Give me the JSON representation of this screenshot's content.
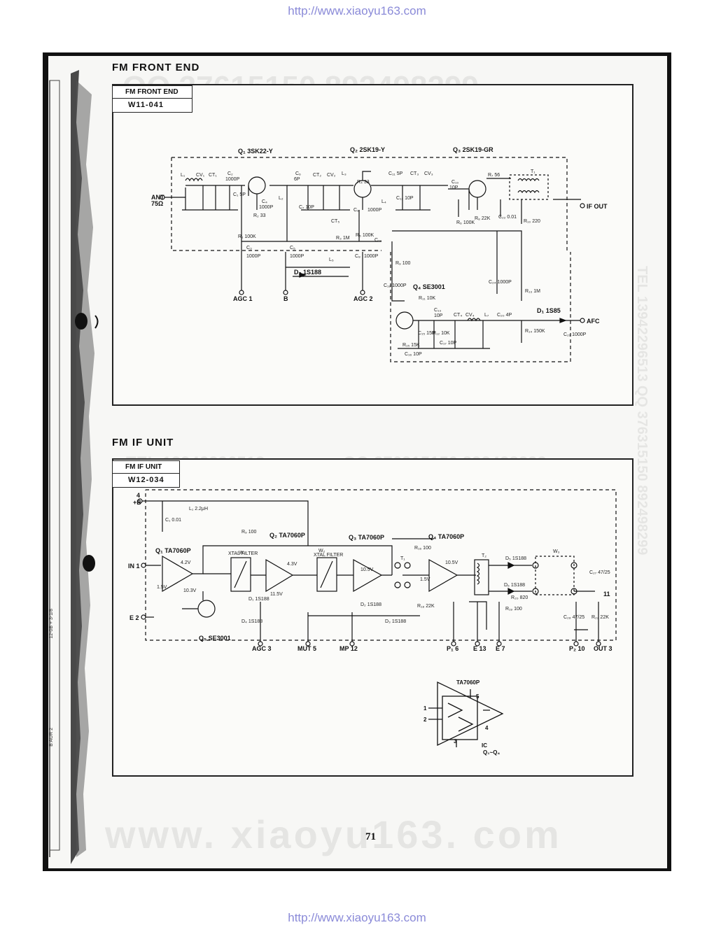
{
  "header_url": "http://www.xiaoyu163.com",
  "footer_url": "http://www.xiaoyu163.com",
  "page_number": "71",
  "watermarks": {
    "top_qq": "QQ 37615150  892498299",
    "tel_right": "TEL 13942296513 QQ 376315150 892498299",
    "mid": "TEL 13942296513",
    "mid_qq": "QQ 376315150 892498299",
    "bottom": "www. xiaoyu163. com"
  },
  "binding_notes": {
    "note1": "12-0B + 3-1/8",
    "note2": "B AUR 2"
  },
  "front_end": {
    "section_title": "FM FRONT END",
    "label_line1": "FM FRONT END",
    "label_line2": "W11-041",
    "q1": "Q₁ 3SK22-Y",
    "q2": "Q₂ 2SK19-Y",
    "q3": "Q₃ 2SK19-GR",
    "q4": "Q₄ SE3001",
    "ant": "ANT",
    "ant_imp": "75Ω",
    "if_out": "IF OUT",
    "afc": "AFC",
    "agc1": "AGC 1",
    "b": "B",
    "agc2": "AGC 2",
    "d2": "D₂ 1S188",
    "d1": "D₁ 1S85",
    "parts": {
      "l1": "L₁",
      "cv1": "CV₁",
      "ct1": "CT₁",
      "c2": "C₂",
      "c2v": "1000P",
      "c1": "C₁ 5P",
      "c4": "C₄",
      "c4v": "1000P",
      "r2": "R₂ 33",
      "l2": "L₂",
      "c6": "C₆",
      "c6v": "6P",
      "ct2": "CT₂",
      "cv2": "CV₂",
      "l3": "L₃",
      "c7": "C₇ 10P",
      "ct5": "CT₅",
      "r4": "R₄ 33",
      "c9": "C₉",
      "c9v": "1000P",
      "c11": "C₁₁ 5P",
      "ct3": "CT₃",
      "cv3": "CV₃",
      "c12": "C₁₂ 10P",
      "l4": "L₄",
      "c10": "C₁₀",
      "c10v": "10P",
      "r7": "R₇ 56",
      "t1": "T₁",
      "r6": "R₆ 100K",
      "r8": "R₈ 22K",
      "c22": "C₂₂ 0.01",
      "r10": "R₁₀ 220",
      "r1": "R₁ 100K",
      "c3": "C₃",
      "c3v": "1000P",
      "c5": "C₅",
      "c5v": "1000P",
      "r3": "R₃ 1M",
      "r5": "R₅ 100K",
      "c8": "C₈",
      "c8v": "1000P",
      "c19": "C₁₉",
      "l5": "L₅",
      "r9": "R₉ 100",
      "c18": "C₁₈ 1000P",
      "r11": "R₁₁ 10K",
      "c13": "C₁₃",
      "c13v": "10P",
      "c15": "C₁₅ 15P",
      "r12": "R₁₂ 10K",
      "c17": "C₁₇ 10P",
      "ct4": "CT₄",
      "cv4": "CV₄",
      "l7": "L₇",
      "r15": "R₁₅ 15K",
      "c16": "C₁₆ 10P",
      "c24": "C₂₄ 1000P",
      "r13": "R₁₃ 1M",
      "c20": "C₂₀ 4P",
      "r14": "R₁₄ 150K",
      "c21": "C₂₁ 1000P"
    }
  },
  "if_unit": {
    "section_title": "FM IF UNIT",
    "label_line1": "FM IF UNIT",
    "label_line2": "W12-034",
    "plus_b": "+B",
    "pin4": "4",
    "in1": "IN 1",
    "e2": "E 2",
    "l1": "L₁ 2.2μH",
    "c1": "C₁ 0.01",
    "q1": "Q₁ TA7060P",
    "q2": "Q₂ TA7060P",
    "q3": "Q₃ TA7060P",
    "q4": "Q₄ TA7060P",
    "q5": "Q₅ SE3001",
    "w1": "W₁",
    "xtal1": "XTAL FILTER",
    "w2": "W₂",
    "xtal2": "XTAL FILTER",
    "w3": "W₃",
    "t1": "T₁",
    "t2": "T₂",
    "d5": "D₅ 1S188",
    "d6": "D₆ 1S188",
    "r9": "R₉ 100",
    "r16": "R₁₆ 100",
    "r18": "R₁₈ 22K",
    "r20": "R₂₀ 820",
    "r19": "R₁₉ 100",
    "v42": "4.2V",
    "v103": "10.3V",
    "v15": "1.5V",
    "v43": "4.3V",
    "v115": "11.5V",
    "v105": "10.5V",
    "v15b": "1.5V",
    "v105b": "10.5V",
    "d1": "D₁ 1S188",
    "d2": "D₂ 1S188",
    "d3": "D₃ 1S188",
    "d4": "D₄ 1S188",
    "c27": "C₂₇ 47/25",
    "c28": "C₂₈ 47/25",
    "r22": "R₂₂ 22K",
    "terminals": {
      "agc3": "AGC 3",
      "mut5": "MUT 5",
      "mp12": "MP 12",
      "p6": "P₁ 6",
      "e13": "E 13",
      "e7": "E 7",
      "p10": "P₂ 10",
      "out3": "OUT 3",
      "pin11": "11"
    },
    "ic_title": "TA7060P",
    "ic_note": "IC",
    "ic_note2": "Q₁~Q₄",
    "ic_pins": {
      "p1": "1",
      "p2": "2",
      "p3": "3",
      "p4": "4",
      "p5": "5"
    }
  }
}
